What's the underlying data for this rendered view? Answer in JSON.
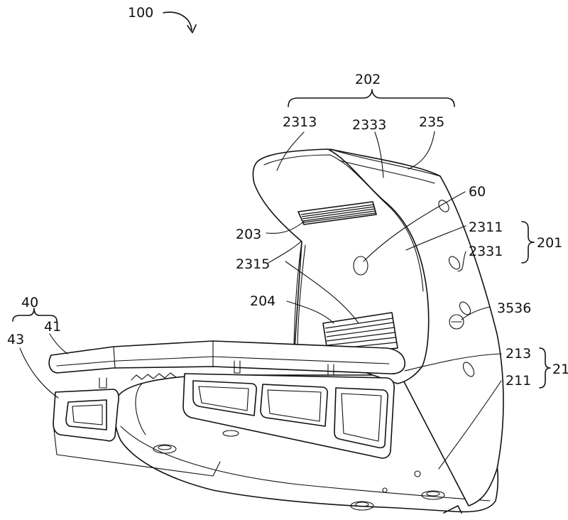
{
  "labels": {
    "l100": "100",
    "l202": "202",
    "l2313": "2313",
    "l2333": "2333",
    "l235": "235",
    "l60": "60",
    "l2311": "2311",
    "l2331": "2331",
    "l201": "201",
    "l203": "203",
    "l2315": "2315",
    "l204": "204",
    "l3536": "3536",
    "l40": "40",
    "l41": "41",
    "l43": "43",
    "l213": "213",
    "l211": "211",
    "l21": "21"
  }
}
